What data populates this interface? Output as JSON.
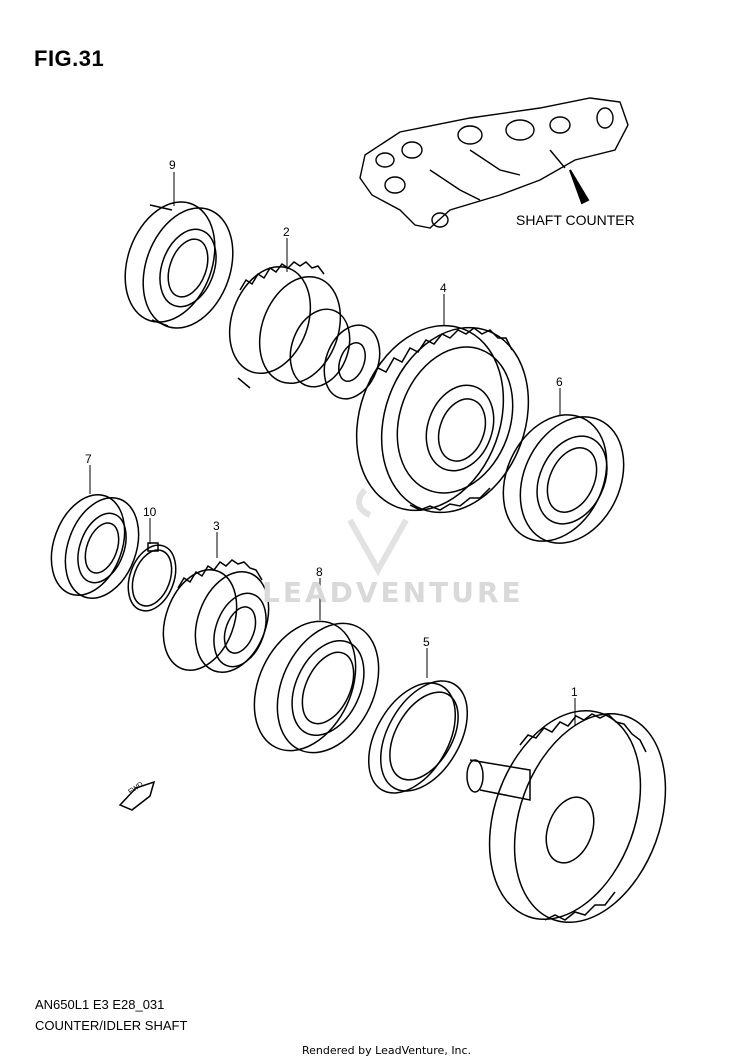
{
  "figure": {
    "title": "FIG.31",
    "code": "AN650L1 E3 E28_031",
    "name": "COUNTER/IDLER SHAFT",
    "footer": "Rendered by LeadVenture, Inc.",
    "watermark": "LEADVENTURE",
    "inset_label": "SHAFT COUNTER",
    "direction_tag": "FWD"
  },
  "callouts": [
    {
      "id": "9",
      "part": "bearing"
    },
    {
      "id": "2",
      "part": "gear"
    },
    {
      "id": "4",
      "part": "gear"
    },
    {
      "id": "6",
      "part": "bearing"
    },
    {
      "id": "7",
      "part": "bearing"
    },
    {
      "id": "10",
      "part": "circlip"
    },
    {
      "id": "3",
      "part": "gear"
    },
    {
      "id": "8",
      "part": "bearing"
    },
    {
      "id": "5",
      "part": "seal"
    },
    {
      "id": "1",
      "part": "gear"
    }
  ]
}
